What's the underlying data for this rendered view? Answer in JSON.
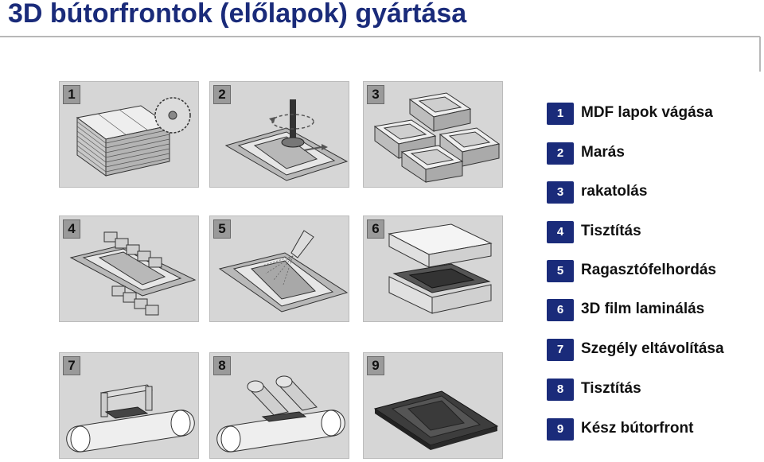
{
  "title": "3D bútorfrontok (előlapok) gyártása",
  "colors": {
    "title": "#1a2b7a",
    "badge": "#1a2b7a",
    "panel": "#d6d6d6"
  },
  "panels": [
    {
      "num": "1",
      "icon": "mdf-stack-saw-icon"
    },
    {
      "num": "2",
      "icon": "router-milling-icon"
    },
    {
      "num": "3",
      "icon": "stacked-boards-icon"
    },
    {
      "num": "4",
      "icon": "cleaning-brushes-icon"
    },
    {
      "num": "5",
      "icon": "glue-spray-icon"
    },
    {
      "num": "6",
      "icon": "film-press-icon"
    },
    {
      "num": "7",
      "icon": "edge-trimming-icon"
    },
    {
      "num": "8",
      "icon": "cleaning-rollers-icon"
    },
    {
      "num": "9",
      "icon": "finished-front-icon"
    }
  ],
  "steps": [
    {
      "num": "1",
      "label": "MDF lapok vágása"
    },
    {
      "num": "2",
      "label": "Marás"
    },
    {
      "num": "3",
      "label": "rakatolás"
    },
    {
      "num": "4",
      "label": "Tisztítás"
    },
    {
      "num": "5",
      "label": "Ragasztófelhordás"
    },
    {
      "num": "6",
      "label": "3D film laminálás"
    },
    {
      "num": "7",
      "label": "Szegély eltávolítása"
    },
    {
      "num": "8",
      "label": "Tisztítás"
    },
    {
      "num": "9",
      "label": "Kész bútorfront"
    }
  ]
}
